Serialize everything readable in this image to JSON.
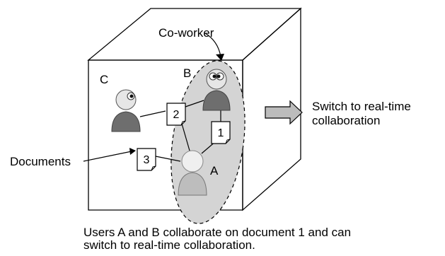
{
  "labels": {
    "coworker": "Co-worker",
    "user_a": "A",
    "user_b": "B",
    "user_c": "C",
    "documents": "Documents",
    "switch": [
      "Switch to real-time",
      "collaboration"
    ]
  },
  "documents": [
    {
      "id": "doc-1",
      "number": "1"
    },
    {
      "id": "doc-2",
      "number": "2"
    },
    {
      "id": "doc-3",
      "number": "3"
    }
  ],
  "caption": [
    "Users A and B collaborate on document 1 and can",
    "switch to real-time collaboration."
  ],
  "colors": {
    "ellipse_fill": "#d4d4d4",
    "person_fill": "#6e6e6e",
    "person_a_fill": "#bdbdbd",
    "arrow_fill": "#bcbcbc",
    "stroke": "#000000"
  }
}
